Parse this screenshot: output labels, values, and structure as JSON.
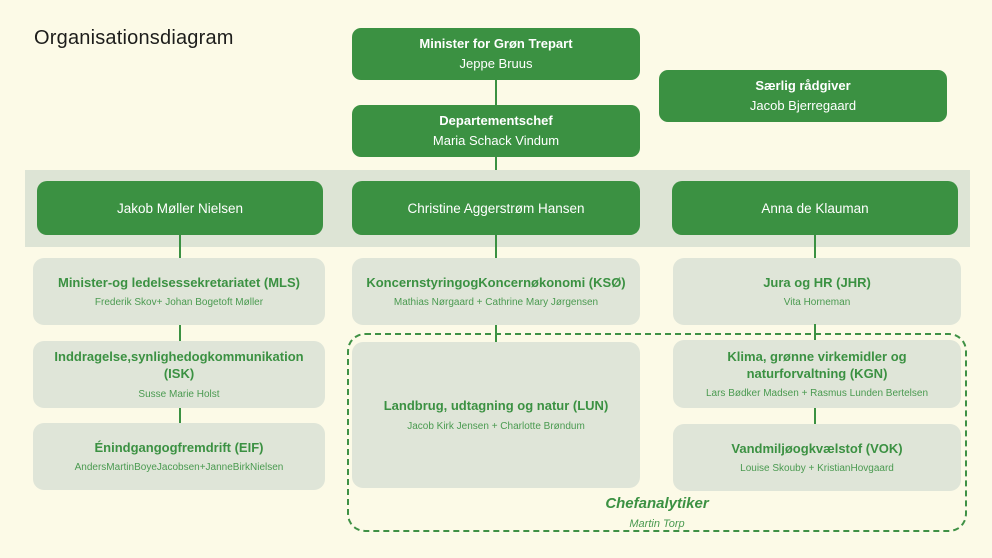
{
  "title": "Organisationsdiagram",
  "top_level": {
    "minister": {
      "role": "Minister for Grøn Trepart",
      "name": "Jeppe Bruus"
    },
    "special_advisor": {
      "role": "Særlig rådgiver",
      "name": "Jacob Bjerregaard"
    },
    "permanent_secretary": {
      "role": "Departementschef",
      "name": "Maria Schack Vindum"
    }
  },
  "directors": [
    {
      "name": "Jakob Møller Nielsen"
    },
    {
      "name": "Christine Aggerstrøm Hansen"
    },
    {
      "name": "Anna de Klauman"
    }
  ],
  "units": {
    "mls": {
      "title": "Minister-og ledelsessekretariatet (MLS)",
      "people": "Frederik Skov+ Johan Bogetoft Møller"
    },
    "isk": {
      "title": "Inddragelse,synlighedogkommunikation (ISK)",
      "people": "Susse Marie Holst"
    },
    "eif": {
      "title": "Énindgangogfremdrift (EIF)",
      "people": "AndersMartinBoyeJacobsen+JanneBirkNielsen"
    },
    "kso": {
      "title": "KoncernstyringogKoncernøkonomi (KSØ)",
      "people": "Mathias Nørgaard + Cathrine Mary Jørgensen"
    },
    "lun": {
      "title": "Landbrug, udtagning og natur (LUN)",
      "people": "Jacob Kirk Jensen + Charlotte Brøndum"
    },
    "jhr": {
      "title": "Jura og HR (JHR)",
      "people": "Vita Horneman"
    },
    "kgn": {
      "title": "Klima, grønne virkemidler og naturforvaltning (KGN)",
      "people": "Lars Bødker Madsen + Rasmus Lunden Bertelsen"
    },
    "vok": {
      "title": "Vandmiljøogkvælstof (VOK)",
      "people": "Louise Skouby + KristianHovgaard"
    }
  },
  "chief_analyst": {
    "role": "Chefanalytiker",
    "name": "Martin Torp"
  },
  "colors": {
    "green": "#3B9142",
    "band": "#DDE4D5",
    "light_box": "#DFE5D8",
    "background": "#FCFAE7"
  }
}
